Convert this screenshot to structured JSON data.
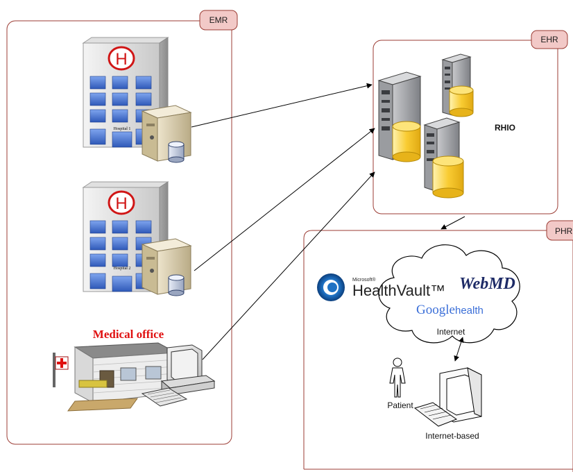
{
  "panels": {
    "emr": {
      "label": "EMR"
    },
    "ehr": {
      "label": "EHR"
    },
    "phr": {
      "label": "PHR"
    }
  },
  "emr": {
    "hospital1_sign": "Hospital 1",
    "hospital2_sign": "Hospital 2",
    "medical_office_label": "Medical office"
  },
  "ehr": {
    "rhio_label": "RHIO"
  },
  "phr": {
    "microsoft_label": "Microsoft®",
    "healthvault_label": "HealthVault™",
    "webmd_label": "WebMD",
    "google_label": "Google",
    "health_label": "health",
    "internet_label": "Internet",
    "patient_label": "Patient",
    "internet_based_label": "Internet-based"
  },
  "colors": {
    "panel_border": "#9b3b33",
    "tab_fill": "#f2c9c7",
    "arrow": "#000000",
    "window_blue": "#3f6fd0",
    "db_yellow": "#f7c52a",
    "server_grey": "#8e9094",
    "medical_red": "#e01010",
    "webmd_navy": "#1d2a66",
    "healthvault_blue": "#1f72c4"
  }
}
